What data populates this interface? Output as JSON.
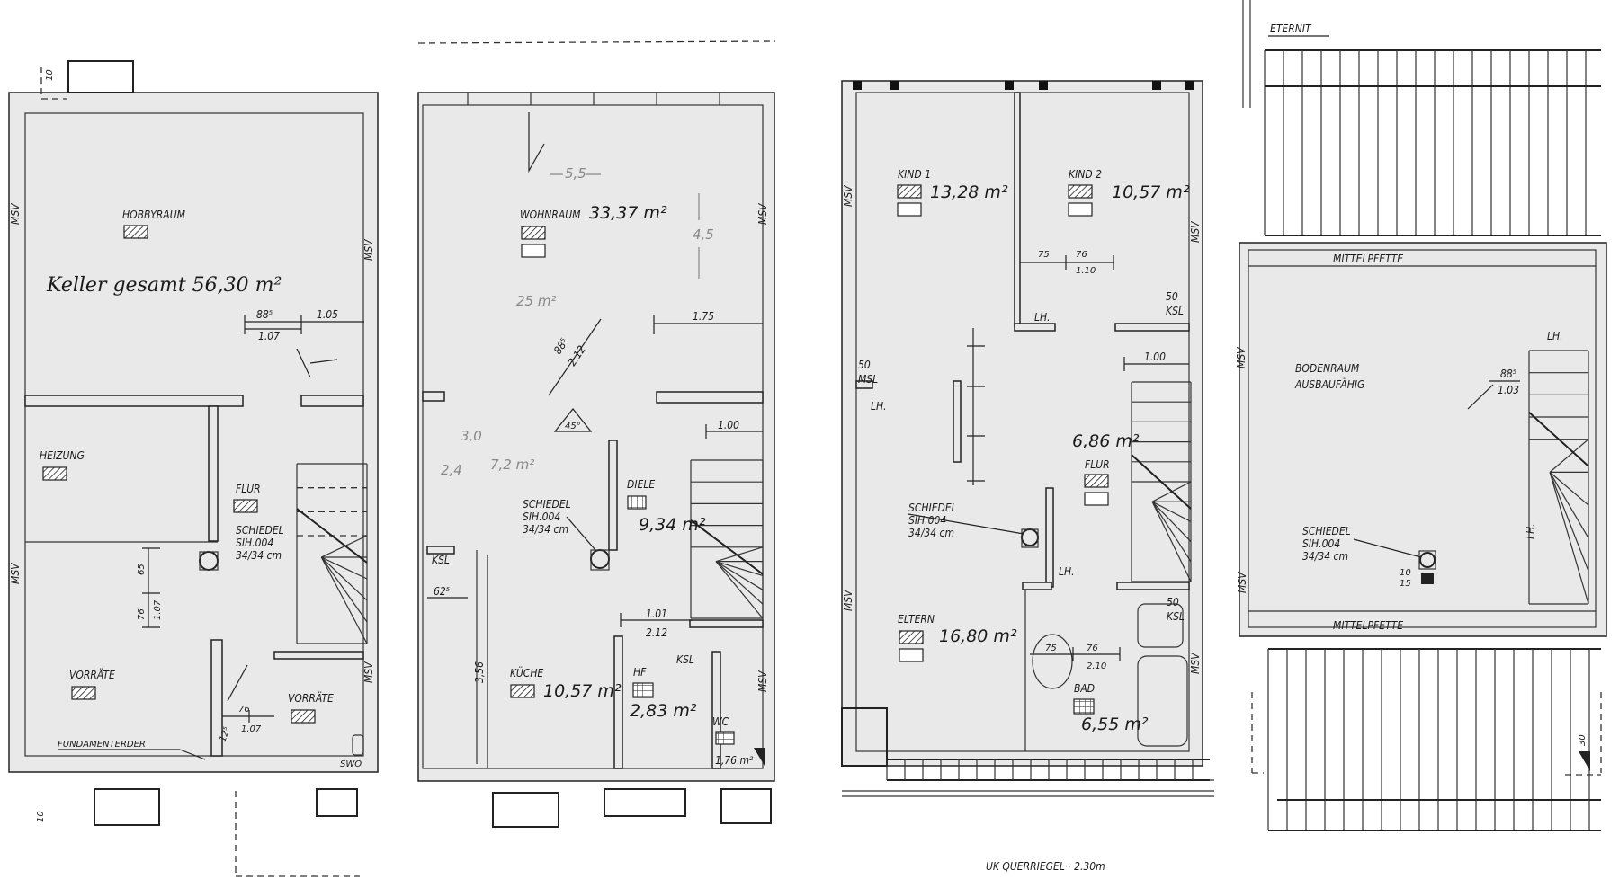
{
  "keller": {
    "hobbyraum": "HOBBYRAUM",
    "total_note": "Keller gesamt 56,30 m²",
    "heizung": "HEIZUNG",
    "flur": "FLUR",
    "schiedel": "SCHIEDEL",
    "schiedel_type": "SIH.004",
    "schiedel_size": "34/34 cm",
    "vorraete_left": "VORRÄTE",
    "vorraete_right": "VORRÄTE",
    "fundamenterder": "FUNDAMENTERDER",
    "swo": "SWO",
    "msv": "MSV",
    "dims": {
      "top10": "10",
      "d885": "88⁵",
      "d105": "1.05",
      "d107": "1.07",
      "d65": "65",
      "d76": "76",
      "d107b": "1.07",
      "d76b": "76",
      "d107c": "1.07",
      "d125": "12⁵",
      "bottom10": "10"
    }
  },
  "eg": {
    "wohnraum": "WOHNRAUM",
    "wohnraum_area": "33,37 m²",
    "note_55": "5,5",
    "note_45": "4,5",
    "note_25": "25 m²",
    "note_30": "3,0",
    "note_24": "2,4",
    "note_72": "7,2 m²",
    "schiedel": "SCHIEDEL",
    "schiedel_type": "SIH.004",
    "schiedel_size": "34/34 cm",
    "diele": "DIELE",
    "diele_area": "9,34 m²",
    "kueche": "KÜCHE",
    "kueche_area": "10,57 m²",
    "hf": "HF",
    "hf_area": "2,83 m²",
    "wc": "WC",
    "wc_area": "1,76 m²",
    "ksl": "KSL",
    "ksl2": "KSL",
    "msv": "MSV",
    "dims": {
      "d175": "1.75",
      "d885": "88⁵",
      "d212": "2.12",
      "d100": "1.00",
      "d625": "62⁵",
      "d101": "1.01",
      "d212b": "2.12",
      "d356": "3,56",
      "d45": "45°"
    }
  },
  "og": {
    "kind1": "KIND 1",
    "kind1_area": "13,28 m²",
    "kind2": "KIND 2",
    "kind2_area": "10,57 m²",
    "flur_area": "6,86 m²",
    "flur": "FLUR",
    "schiedel": "SCHIEDEL",
    "schiedel_type": "SIH.004",
    "schiedel_size": "34/34 cm",
    "eltern": "ELTERN",
    "eltern_area": "16,80 m²",
    "bad": "BAD",
    "bad_area": "6,55 m²",
    "lh": "LH.",
    "ksl": "KSL",
    "msl": "MSL",
    "msv": "MSV",
    "footer": "UK QUERRIEGEL · 2.30m",
    "dims": {
      "d75": "75",
      "d76": "76",
      "d110": "1.10",
      "d50": "50",
      "d100": "1.00",
      "d75b": "75",
      "d76b": "76",
      "d210": "2.10"
    }
  },
  "dach": {
    "eternit": "ETERNIT",
    "mittelpfette_top": "MITTELPFETTE",
    "mittelpfette_bottom": "MITTELPFETTE",
    "bodenraum": "BODENRAUM",
    "ausbaufaehig": "AUSBAUFÄHIG",
    "lh": "LH.",
    "schiedel": "SCHIEDEL",
    "schiedel_type": "SIH.004",
    "schiedel_size": "34/34 cm",
    "msv": "MSV",
    "dims": {
      "d885": "88⁵",
      "d103": "1.03",
      "d10": "10",
      "d15": "15",
      "d30": "30"
    }
  }
}
